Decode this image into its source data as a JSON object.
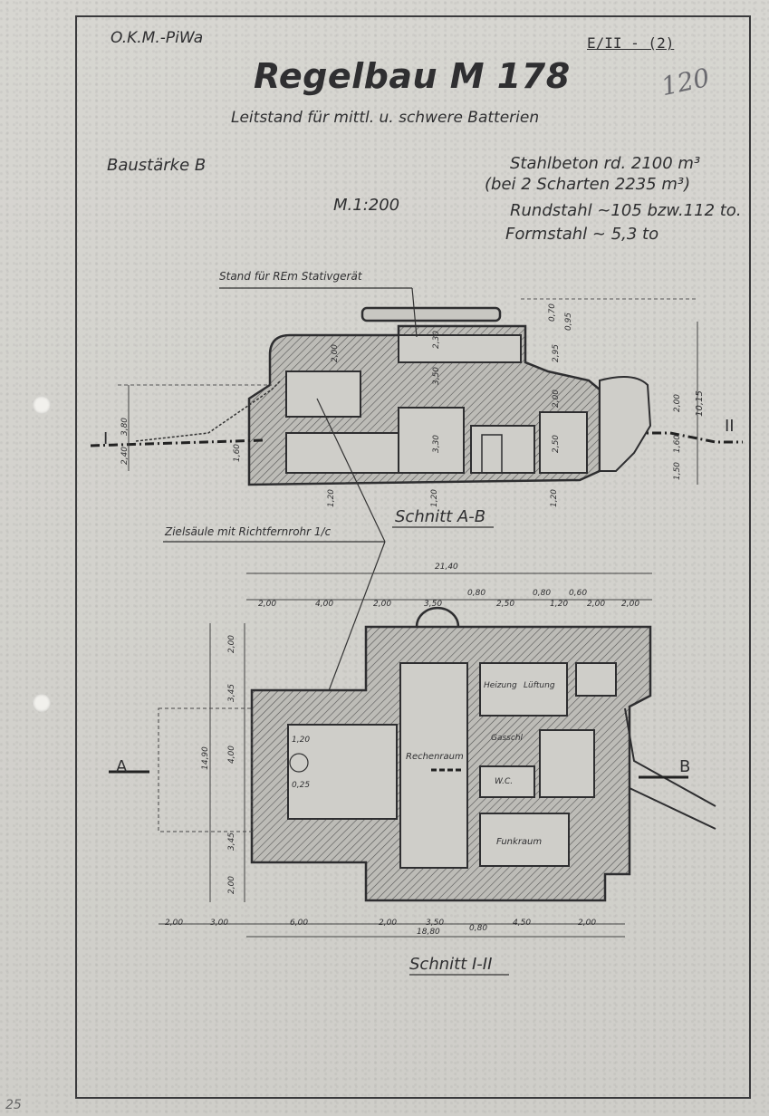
{
  "header": {
    "office": "O.K.M.-PiWa",
    "ref": "E/II - (2)",
    "handwritten": "120",
    "title": "Regelbau M 178",
    "subtitle": "Leitstand für mittl. u. schwere Batterien"
  },
  "specs": {
    "baustaerke": "Baustärke B",
    "scale": "M.1:200",
    "concrete_line1": "Stahlbeton rd. 2100 m³",
    "concrete_line2": "(bei 2 Scharten   2235 m³)",
    "rundstahl": "Rundstahl ~105 bzw.112 to.",
    "formstahl": "Formstahl ~ 5,3 to"
  },
  "section_ab": {
    "callout": "Stand für REm Stativgerät",
    "label": "Schnitt A-B",
    "marker_left": "I",
    "marker_right": "II",
    "dims": [
      "3,80",
      "2,40",
      "1,60",
      "2,00",
      "2,30",
      "3,50",
      "3,30",
      "2,00",
      "2,50",
      "2,95",
      "1,20",
      "1,20",
      "1,20",
      "2,00",
      "1,60",
      "1,50",
      "10,15",
      "0,70",
      "0,95"
    ]
  },
  "section_12": {
    "callout": "Zielsäule mit Richtfernrohr 1/c",
    "label": "Schnitt I-II",
    "overall_top": "21,40",
    "overall_bottom": "18,80",
    "top_dims": [
      "2,00",
      "4,00",
      "2,00",
      "3,50",
      "0,80",
      "2,50",
      "0,80",
      "1,20",
      "0,60",
      "2,00",
      "2,00"
    ],
    "bottom_dims": [
      "2,00",
      "3,00",
      "6,00",
      "2,00",
      "3,50",
      "0,80",
      "4,50",
      "2,00"
    ],
    "left_dims": [
      "2,00",
      "3,45",
      "4,00",
      "3,45",
      "2,00"
    ],
    "left_overall": "14,90",
    "marker_a": "A",
    "marker_b": "B",
    "rooms": {
      "rechenraum": "Rechenraum",
      "funkraum": "Funkraum",
      "luftung": "Lüftung",
      "heizung": "Heizung",
      "gasschl": "Gasschl",
      "wc": "W.C.",
      "ring": "1,20",
      "ring2": "0,25"
    }
  },
  "footer_note": "25"
}
